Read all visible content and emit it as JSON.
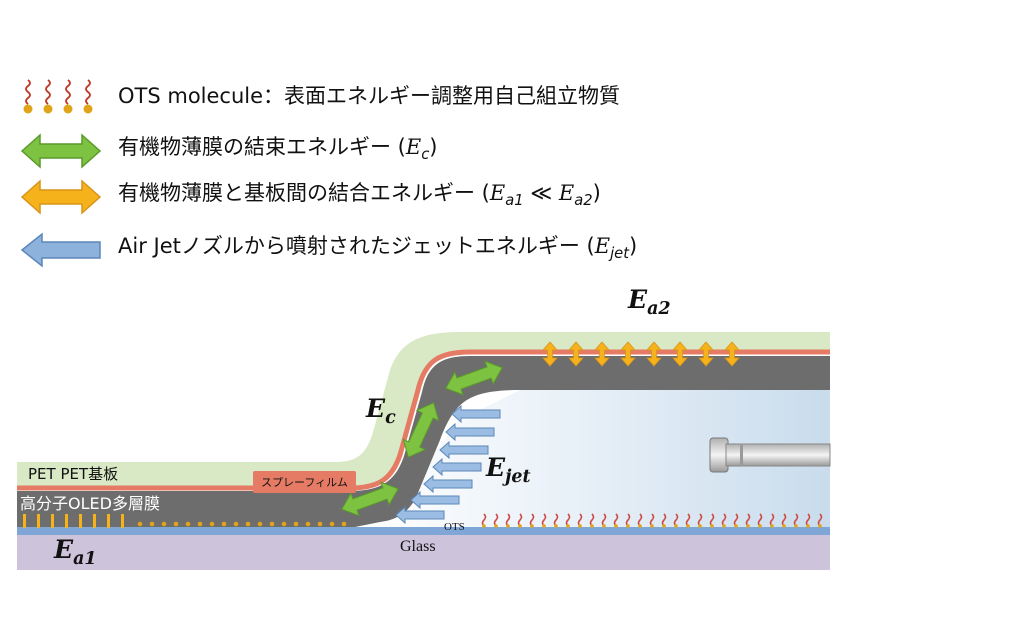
{
  "legend": {
    "ots": {
      "text": "OTS molecule：表面エネルギー調整用自己組立物質",
      "icon": "ots-molecule-icon"
    },
    "cohesion": {
      "text": "有機物薄膜の結束エネルギー (",
      "symbol": "E",
      "sub": "c",
      "close": ")",
      "icon": "green-double-arrow-icon",
      "color": "#7ec242"
    },
    "adhesion": {
      "text": "有機物薄膜と基板間の結合エネルギー (",
      "symbol1": "E",
      "sub1": "a1",
      "rel": " ≪ ",
      "symbol2": "E",
      "sub2": "a2",
      "close": ")",
      "icon": "orange-double-arrow-icon",
      "color": "#f5b21a"
    },
    "jet": {
      "text": "Air Jetノズルから噴射されたジェットエネルギー (",
      "symbol": "E",
      "sub": "jet",
      "close": ")",
      "icon": "blue-left-arrow-icon",
      "color": "#8db3dd"
    }
  },
  "diagram": {
    "labels": {
      "pet": "PET  PET基板",
      "oled": "高分子OLED多層膜",
      "spray": "スプレーフィルム",
      "ots": "OTS",
      "glass": "Glass"
    },
    "energy": {
      "ea1": {
        "symbol": "E",
        "sub": "a1"
      },
      "ea2": {
        "symbol": "E",
        "sub": "a2"
      },
      "ec": {
        "symbol": "E",
        "sub": "c"
      },
      "ejet": {
        "symbol": "E",
        "sub": "jet"
      }
    },
    "colors": {
      "pet": "#d9e9c5",
      "oled": "#6d6d6d",
      "spray_line": "#e57b64",
      "glass": "#cdc4dc",
      "glass_band": "#7fa6d6",
      "green": "#7ec242",
      "orange": "#f5b21a",
      "blue": "#8db3dd"
    }
  }
}
